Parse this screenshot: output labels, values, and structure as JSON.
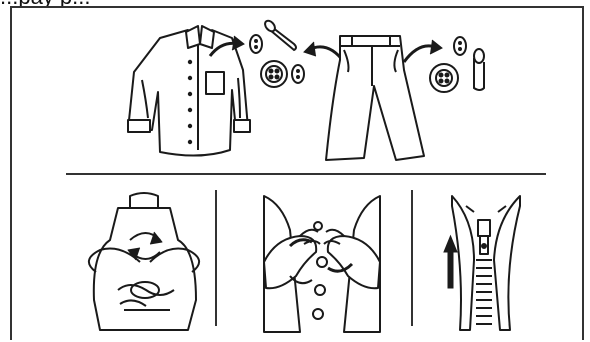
{
  "header": {
    "fragment_text": "...pay p..."
  },
  "illustrations": {
    "top": [
      {
        "name": "shirt",
        "label": ""
      },
      {
        "name": "trousers",
        "label": ""
      }
    ],
    "bottom": [
      {
        "name": "apron-ties-knotted",
        "label": ""
      },
      {
        "name": "buttons-fastened",
        "label": ""
      },
      {
        "name": "zipper-closed",
        "label": ""
      }
    ]
  },
  "colors": {
    "stroke": "#1a1a1a",
    "background": "#ffffff"
  }
}
